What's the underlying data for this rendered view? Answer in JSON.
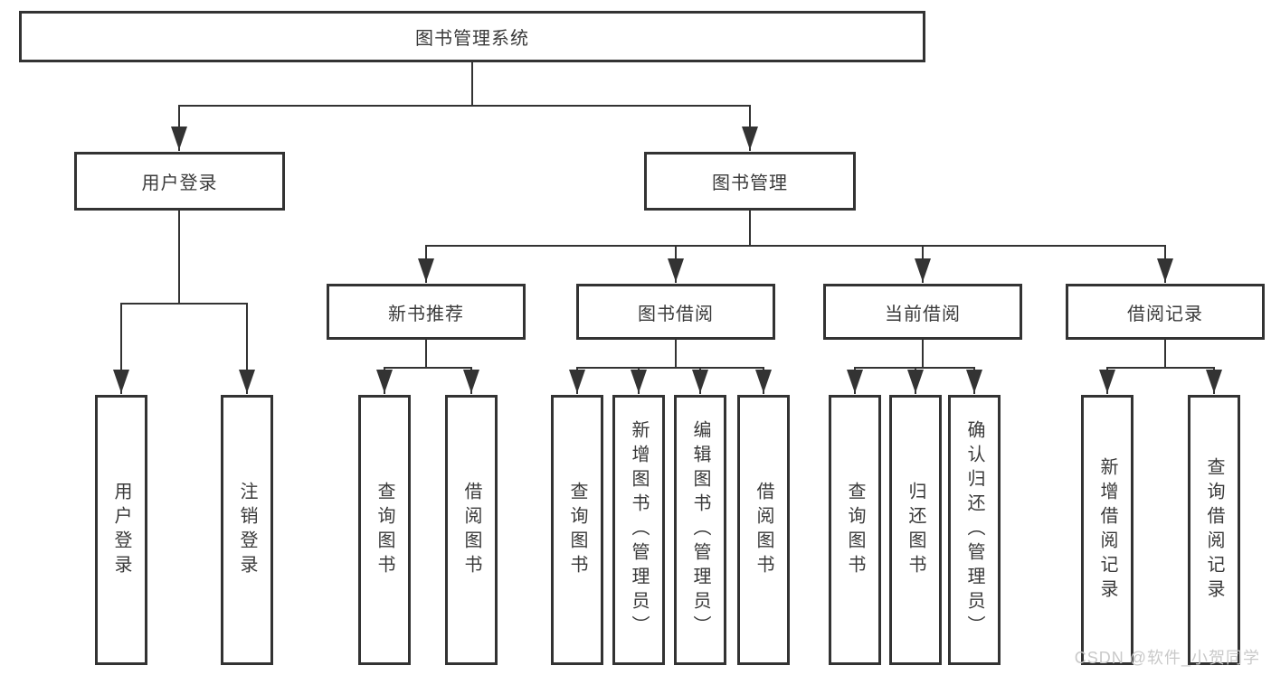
{
  "colors": {
    "line": "#333333",
    "box_border": "#333333",
    "text": "#3a3a3a",
    "background": "#ffffff",
    "watermark": "#c9c9c9"
  },
  "tree": {
    "root": "图书管理系统",
    "branches": [
      {
        "label": "用户登录",
        "children": [
          "用户登录",
          "注销登录"
        ]
      },
      {
        "label": "图书管理",
        "children": [
          {
            "label": "新书推荐",
            "children": [
              "查询图书",
              "借阅图书"
            ]
          },
          {
            "label": "图书借阅",
            "children": [
              "查询图书",
              "新增图书（管理员）",
              "编辑图书（管理员）",
              "借阅图书"
            ]
          },
          {
            "label": "当前借阅",
            "children": [
              "查询图书",
              "归还图书",
              "确认归还（管理员）"
            ]
          },
          {
            "label": "借阅记录",
            "children": [
              "新增借阅记录",
              "查询借阅记录"
            ]
          }
        ]
      }
    ]
  },
  "watermark": {
    "text": "CSDN @软件_小贺同学"
  }
}
